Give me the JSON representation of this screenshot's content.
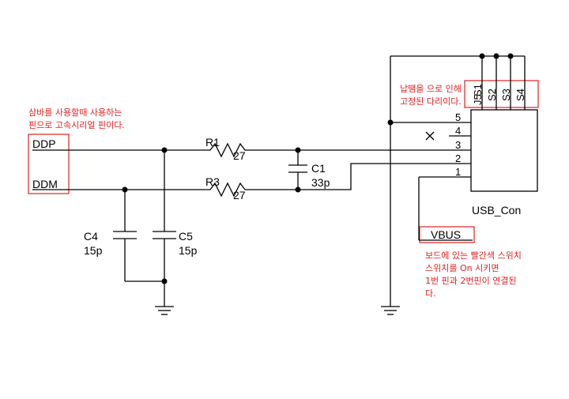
{
  "nets": {
    "ddp": "DDP",
    "ddm": "DDM",
    "vbus": "VBUS"
  },
  "components": {
    "r1": {
      "ref": "R1",
      "value": "27"
    },
    "r3": {
      "ref": "R3",
      "value": "27"
    },
    "c1": {
      "ref": "C1",
      "value": "33p"
    },
    "c4": {
      "ref": "C4",
      "value": "15p"
    },
    "c5": {
      "ref": "C5",
      "value": "15p"
    },
    "usb": {
      "ref": "J5",
      "name": "USB_Con",
      "shield_pins": [
        "S1",
        "S2",
        "S3",
        "S4"
      ],
      "pins": [
        "5",
        "4",
        "3",
        "2",
        "1"
      ]
    }
  },
  "annotations": {
    "left": [
      "삼바를 사용할때 사용하는",
      "핀으로 고속시리얼 핀이다."
    ],
    "solder": [
      "납땜을 으로 인해",
      "고정된 다리이다."
    ],
    "vbus": [
      "보드에 있는 빨간색 스위치",
      "스위치를 On 시키면",
      "1번 핀과 2번핀이 연결된",
      "다."
    ]
  },
  "colors": {
    "annotation": "#e02020",
    "wire": "#000000"
  }
}
